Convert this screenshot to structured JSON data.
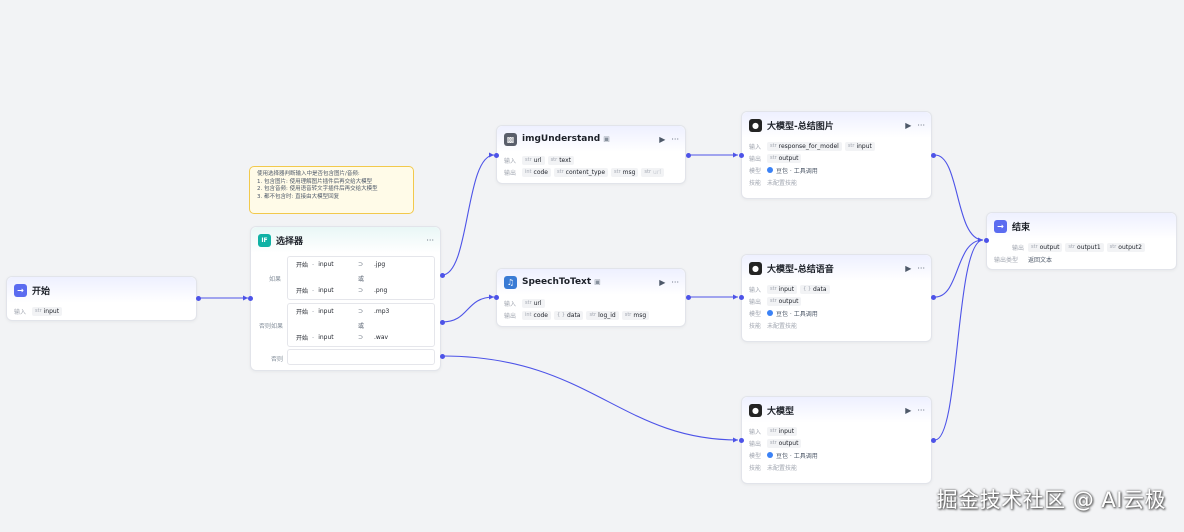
{
  "colors": {
    "accent": "#4d53e8",
    "canvas": "#f2f3f5",
    "note_bg": "#fffbe8",
    "note_border": "#f2c94c"
  },
  "note": {
    "lines": [
      "使用选择器判断输入中是否包含图片/音频:",
      "1. 包含图片: 使用理解图片插件后再交给大模型",
      "2. 包含音频: 使用语音转文字插件后再交给大模型",
      "3. 都不包含时: 直接由大模型回复"
    ]
  },
  "start": {
    "title": "开始",
    "input_label": "输入",
    "input_type": "str",
    "input_name": "input",
    "icon": "start-icon"
  },
  "selector": {
    "title": "选择器",
    "more": "···",
    "icon": "if-icon",
    "icon_text": "IF",
    "branch_if": "如果",
    "branch_elif": "否则如果",
    "branch_else": "否则",
    "or": "或",
    "source": "开始",
    "sep": "-",
    "var": "input",
    "op": "⊃",
    "conds": [
      ".jpg",
      ".png",
      ".mp3",
      ".wav"
    ]
  },
  "img_understand": {
    "title": "imgUnderstand",
    "tool_icon": "plugin-icon",
    "input_label": "输入",
    "output_label": "输出",
    "inputs": [
      {
        "type": "str",
        "name": "url"
      },
      {
        "type": "str",
        "name": "text"
      }
    ],
    "outputs": [
      {
        "type": "int",
        "name": "code"
      },
      {
        "type": "str",
        "name": "content_type"
      },
      {
        "type": "str",
        "name": "msg"
      },
      {
        "type": "str",
        "name": "url"
      }
    ],
    "more": "···"
  },
  "speech_to_text": {
    "title": "SpeechToText",
    "input_label": "输入",
    "output_label": "输出",
    "inputs": [
      {
        "type": "str",
        "name": "url"
      }
    ],
    "outputs": [
      {
        "type": "int",
        "name": "code"
      },
      {
        "type": "{ }",
        "name": "data"
      },
      {
        "type": "str",
        "name": "log_id"
      },
      {
        "type": "str",
        "name": "msg"
      }
    ]
  },
  "llm_image": {
    "title": "大模型-总结图片",
    "input_label": "输入",
    "output_label": "输出",
    "model_label": "模型",
    "skill_label": "技能",
    "inputs": [
      {
        "type": "str",
        "name": "response_for_model"
      },
      {
        "type": "str",
        "name": "input"
      }
    ],
    "outputs": [
      {
        "type": "str",
        "name": "output"
      }
    ],
    "model": "豆包 · 工具调用",
    "skill": "未配置技能"
  },
  "llm_audio": {
    "title": "大模型-总结语音",
    "input_label": "输入",
    "output_label": "输出",
    "model_label": "模型",
    "skill_label": "技能",
    "inputs": [
      {
        "type": "str",
        "name": "input"
      },
      {
        "type": "{ }",
        "name": "data"
      }
    ],
    "outputs": [
      {
        "type": "str",
        "name": "output"
      }
    ],
    "model": "豆包 · 工具调用",
    "skill": "未配置技能"
  },
  "llm": {
    "title": "大模型",
    "input_label": "输入",
    "output_label": "输出",
    "model_label": "模型",
    "skill_label": "技能",
    "inputs": [
      {
        "type": "str",
        "name": "input"
      }
    ],
    "outputs": [
      {
        "type": "str",
        "name": "output"
      }
    ],
    "model": "豆包 · 工具调用",
    "skill": "未配置技能"
  },
  "end": {
    "title": "结束",
    "output_label": "输出",
    "output_type_label": "输出类型",
    "outputs": [
      {
        "type": "str",
        "name": "output"
      },
      {
        "type": "str",
        "name": "output1"
      },
      {
        "type": "str",
        "name": "output2"
      }
    ],
    "output_type": "返回文本"
  },
  "watermark": "掘金技术社区 @ AI云极"
}
